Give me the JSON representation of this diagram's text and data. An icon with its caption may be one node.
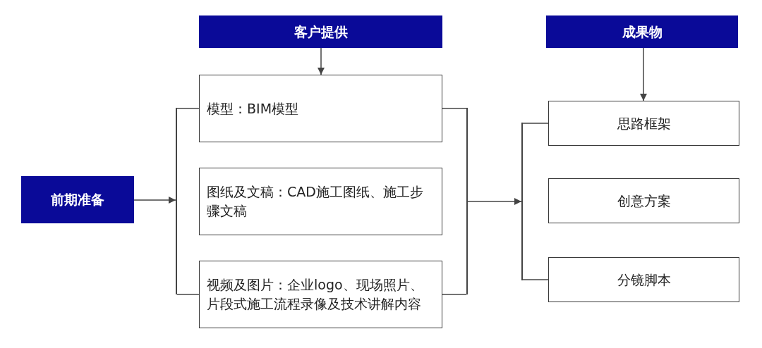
{
  "diagram": {
    "nodes": [
      {
        "text": [
          "前期准备"
        ]
      },
      {
        "text": [
          "客户提供"
        ]
      },
      {
        "text": [
          "模型：BIM模型"
        ]
      },
      {
        "text": [
          "图纸及文稿：CAD施工图纸、施工步骤文稿"
        ]
      },
      {
        "text": [
          "视频及图片：企业logo、现场照片、片段式施工流程录像及技术讲解内容"
        ]
      },
      {
        "text": [
          "成果物"
        ]
      },
      {
        "text": [
          "思路框架"
        ]
      },
      {
        "text": [
          "创意方案"
        ]
      },
      {
        "text": [
          "分镜脚本"
        ]
      },
      {
        "text": [],
        "shape": "bar"
      },
      {
        "text": [],
        "shape": "bar"
      },
      {
        "text": [],
        "shape": "bar"
      }
    ],
    "edges": [
      {
        "from": 0,
        "to": 9,
        "arrow": "to"
      },
      {
        "from": 9,
        "to": 2,
        "arrow": "none"
      },
      {
        "from": 9,
        "to": 4,
        "arrow": "none"
      },
      {
        "from": 2,
        "to": 10,
        "arrow": "none"
      },
      {
        "from": 4,
        "to": 10,
        "arrow": "none"
      },
      {
        "from": 10,
        "to": 11,
        "arrow": "to"
      },
      {
        "from": 11,
        "to": 6,
        "arrow": "none"
      },
      {
        "from": 11,
        "to": 8,
        "arrow": "none"
      },
      {
        "from": 1,
        "to": 2,
        "arrow": "to"
      },
      {
        "from": 5,
        "to": 6,
        "arrow": "to"
      }
    ]
  }
}
